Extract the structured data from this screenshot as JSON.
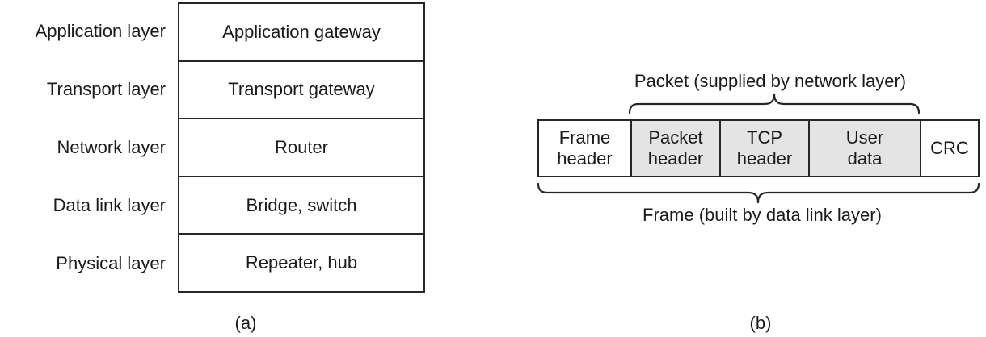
{
  "figure": {
    "panel_a": {
      "caption": "(a)",
      "rows": [
        {
          "layer": "Application layer",
          "device": "Application gateway"
        },
        {
          "layer": "Transport layer",
          "device": "Transport gateway"
        },
        {
          "layer": "Network layer",
          "device": "Router"
        },
        {
          "layer": "Data link layer",
          "device": "Bridge, switch"
        },
        {
          "layer": "Physical layer",
          "device": "Repeater, hub"
        }
      ]
    },
    "panel_b": {
      "caption": "(b)",
      "top_brace_label": "Packet (supplied by network layer)",
      "bottom_brace_label": "Frame (built by data link layer)",
      "cells": [
        {
          "label": "Frame header",
          "line1": "Frame",
          "line2": "header",
          "shaded": false
        },
        {
          "label": "Packet header",
          "line1": "Packet",
          "line2": "header",
          "shaded": true
        },
        {
          "label": "TCP header",
          "line1": "TCP",
          "line2": "header",
          "shaded": true
        },
        {
          "label": "User data",
          "line1": "User",
          "line2": "data",
          "shaded": true
        },
        {
          "label": "CRC",
          "line1": "CRC",
          "line2": "",
          "shaded": false
        }
      ]
    },
    "colors": {
      "shaded_cell": "#e4e4e4",
      "line": "#262626",
      "text": "#1a1a1a",
      "background": "#ffffff"
    }
  }
}
